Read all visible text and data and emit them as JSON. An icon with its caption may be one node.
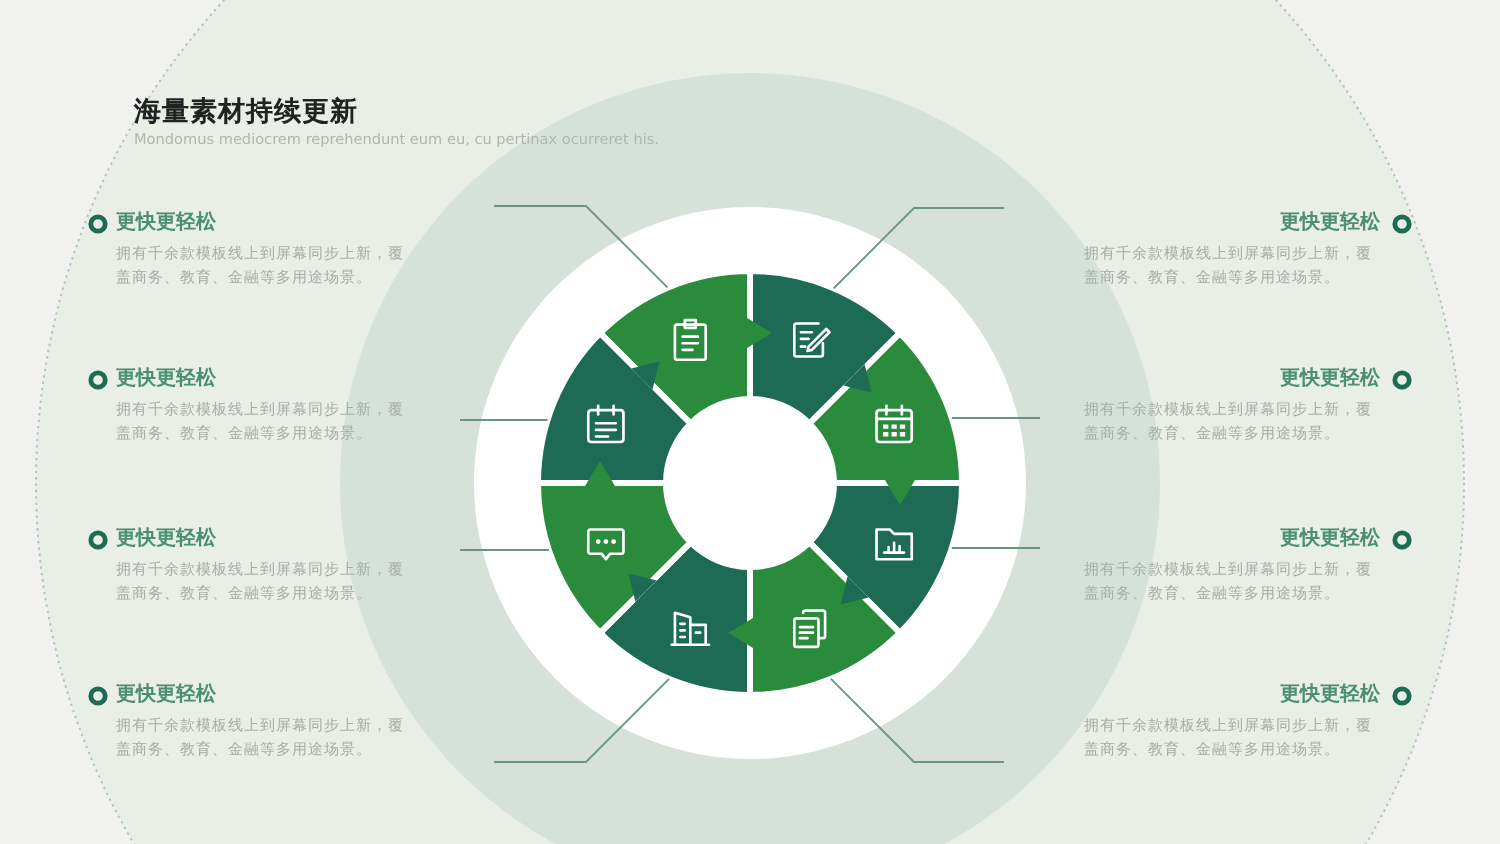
{
  "diagram": {
    "title": "海量素材持续更新",
    "nodes": [
      {
        "text": [
          "更快更轻松",
          "拥有千余款模板线上到屏幕同步上新，覆盖商务、教育、金融等多用途场景。"
        ]
      },
      {
        "text": [
          "更快更轻松",
          "拥有千余款模板线上到屏幕同步上新，覆盖商务、教育、金融等多用途场景。"
        ]
      },
      {
        "text": [
          "更快更轻松",
          "拥有千余款模板线上到屏幕同步上新，覆盖商务、教育、金融等多用途场景。"
        ]
      },
      {
        "text": [
          "更快更轻松",
          "拥有千余款模板线上到屏幕同步上新，覆盖商务、教育、金融等多用途场景。"
        ]
      },
      {
        "text": [
          "更快更轻松",
          "拥有千余款模板线上到屏幕同步上新，覆盖商务、教育、金融等多用途场景。"
        ]
      },
      {
        "text": [
          "更快更轻松",
          "拥有千余款模板线上到屏幕同步上新，覆盖商务、教育、金融等多用途场景。"
        ]
      },
      {
        "text": [
          "更快更轻松",
          "拥有千余款模板线上到屏幕同步上新，覆盖商务、教育、金融等多用途场景。"
        ]
      },
      {
        "text": [
          "更快更轻松",
          "拥有千余款模板线上到屏幕同步上新，覆盖商务、教育、金融等多用途场景。"
        ]
      },
      {
        "text": [],
        "shape": "segment"
      },
      {
        "text": [],
        "shape": "segment"
      },
      {
        "text": [],
        "shape": "segment"
      },
      {
        "text": [],
        "shape": "segment"
      },
      {
        "text": [],
        "shape": "segment"
      },
      {
        "text": [],
        "shape": "segment"
      },
      {
        "text": [],
        "shape": "segment"
      },
      {
        "text": [],
        "shape": "segment"
      }
    ],
    "edges": [
      {
        "from": 8,
        "to": 9,
        "arrow": "to",
        "color": "#2a8b3d"
      },
      {
        "from": 9,
        "to": 10,
        "arrow": "to",
        "color": "#1d6b55"
      },
      {
        "from": 10,
        "to": 11,
        "arrow": "to",
        "color": "#2a8b3d"
      },
      {
        "from": 11,
        "to": 12,
        "arrow": "to",
        "color": "#1d6b55"
      },
      {
        "from": 12,
        "to": 13,
        "arrow": "to",
        "color": "#2a8b3d"
      },
      {
        "from": 13,
        "to": 14,
        "arrow": "to",
        "color": "#1d6b55"
      },
      {
        "from": 14,
        "to": 15,
        "arrow": "to",
        "color": "#2a8b3d"
      },
      {
        "from": 15,
        "to": 8,
        "arrow": "to",
        "color": "#1d6b55"
      },
      {
        "from": 0,
        "to": 8,
        "arrow": "none"
      },
      {
        "from": 1,
        "to": 15,
        "arrow": "none"
      },
      {
        "from": 2,
        "to": 14,
        "arrow": "none"
      },
      {
        "from": 3,
        "to": 13,
        "arrow": "none"
      },
      {
        "from": 4,
        "to": 9,
        "arrow": "none"
      },
      {
        "from": 5,
        "to": 10,
        "arrow": "none"
      },
      {
        "from": 6,
        "to": 11,
        "arrow": "none"
      },
      {
        "from": 7,
        "to": 12,
        "arrow": "none"
      }
    ],
    "labels": [
      "Mondomus mediocrem reprehendunt eum eu, cu pertinax ocurreret his."
    ]
  }
}
